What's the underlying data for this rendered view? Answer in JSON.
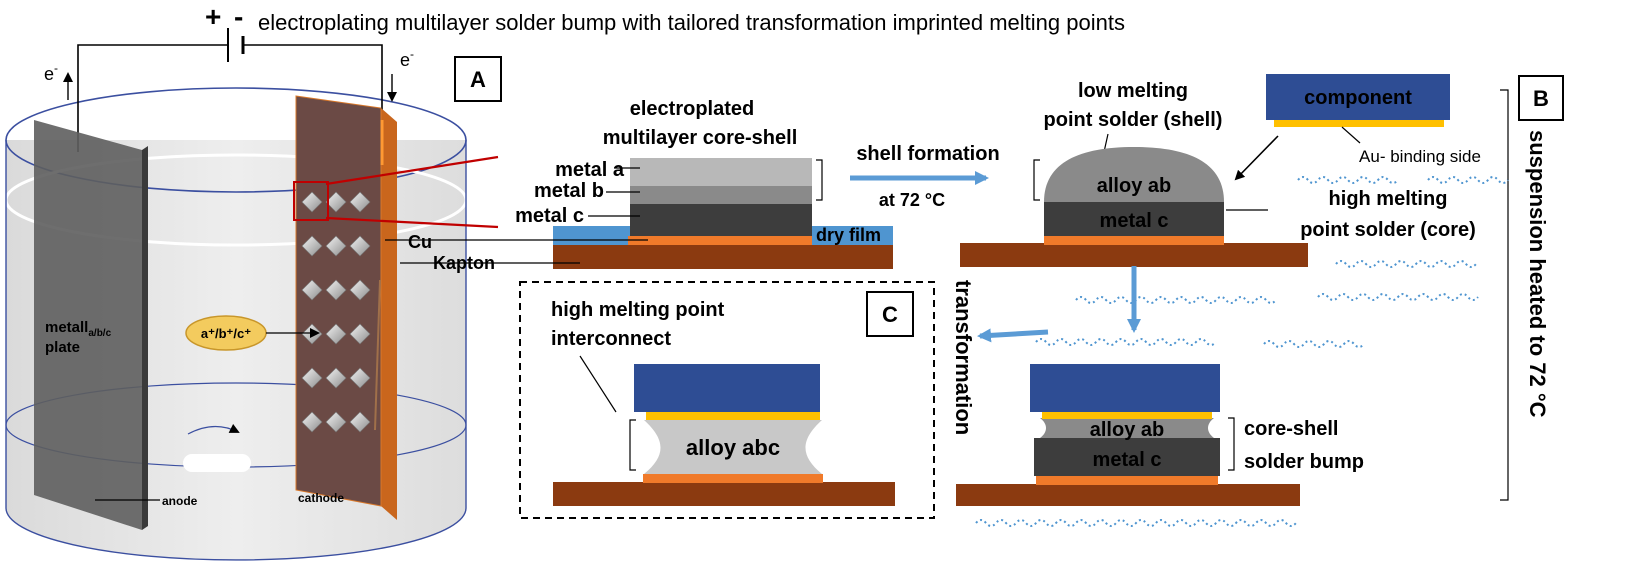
{
  "title": "electroplating multilayer solder bump with tailored transformation imprinted melting points",
  "panel_a": {
    "label": "A",
    "plus": "+",
    "minus": "-",
    "electron_left": "e",
    "electron_right": "e",
    "electron_sup": "-",
    "plate_label": "metall",
    "plate_sub": "a/b/c",
    "plate_word": "plate",
    "anode": "anode",
    "cathode": "cathode",
    "ions": "a⁺/b⁺/c⁺",
    "cu": "Cu",
    "kapton": "Kapton"
  },
  "stack": {
    "title_line1": "electroplated",
    "title_line2": "multilayer core-shell",
    "metal_a": "metal a",
    "metal_b": "metal b",
    "metal_c": "metal c",
    "dry_film": "dry film"
  },
  "shell": {
    "arrow_label": "shell formation",
    "temp": "at 72 °C"
  },
  "panel_b": {
    "label": "B",
    "shell_label_line1": "low melting",
    "shell_label_line2": "point solder (shell)",
    "component": "component",
    "au_side": "Au- binding side",
    "alloy_ab": "alloy ab",
    "metal_c": "metal c",
    "core_label_line1": "high melting",
    "core_label_line2": "point solder (core)",
    "side_text": "suspension heated to 72 °C"
  },
  "core_shell_bump": {
    "alloy_ab": "alloy ab",
    "metal_c": "metal c",
    "label_line1": "core-shell",
    "label_line2": "solder bump"
  },
  "transformation": "transformation",
  "panel_c": {
    "label": "C",
    "label_line1": "high melting point",
    "label_line2": "interconnect",
    "alloy_abc": "alloy abc"
  },
  "colors": {
    "substrate": "#8b3a10",
    "copper_pad": "#f07a2a",
    "dry_film": "#4f95d0",
    "component": "#2e4d94",
    "gold": "#ffc000",
    "alloy": "#8a8a8a",
    "core": "#3d3d3d",
    "light_alloy": "#c8c8c8",
    "arrow": "#5b9bd5",
    "cathode": "#6b4a45",
    "anode": "#5e5e5e",
    "ion_fill": "#f3cb5e",
    "ion_stroke": "#c8962a"
  }
}
